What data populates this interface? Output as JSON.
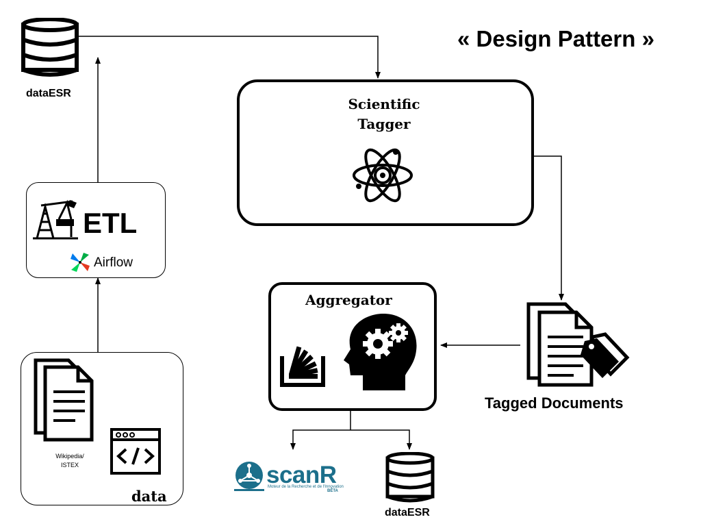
{
  "title": "« Design Pattern »",
  "nodes": {
    "dataesr_top": {
      "label": "dataESR"
    },
    "scientific_tagger": {
      "label_line1": "Scientific",
      "label_line2": "Tagger"
    },
    "etl": {
      "label": "ETL",
      "tool": "Airflow"
    },
    "aggregator": {
      "label": "Aggregator"
    },
    "tagged_documents": {
      "label": "Tagged Documents"
    },
    "data_source": {
      "label": "data",
      "source_line1": "Wikipedia/",
      "source_line2": "ISTEX"
    },
    "scanr": {
      "brand": "scanR",
      "tagline": "Moteur de la Recherche et de l'Innovation",
      "badge": "BÊTA",
      "brand_color": "#1c6f8b"
    },
    "dataesr_bottom": {
      "label": "dataESR"
    }
  },
  "edges": [
    {
      "from": "data",
      "to": "ETL"
    },
    {
      "from": "ETL",
      "to": "dataESR"
    },
    {
      "from": "dataESR",
      "to": "Scientific Tagger"
    },
    {
      "from": "Scientific Tagger",
      "to": "Tagged Documents"
    },
    {
      "from": "Tagged Documents",
      "to": "Aggregator"
    },
    {
      "from": "Aggregator",
      "to": "scanR"
    },
    {
      "from": "Aggregator",
      "to": "dataESR"
    }
  ]
}
